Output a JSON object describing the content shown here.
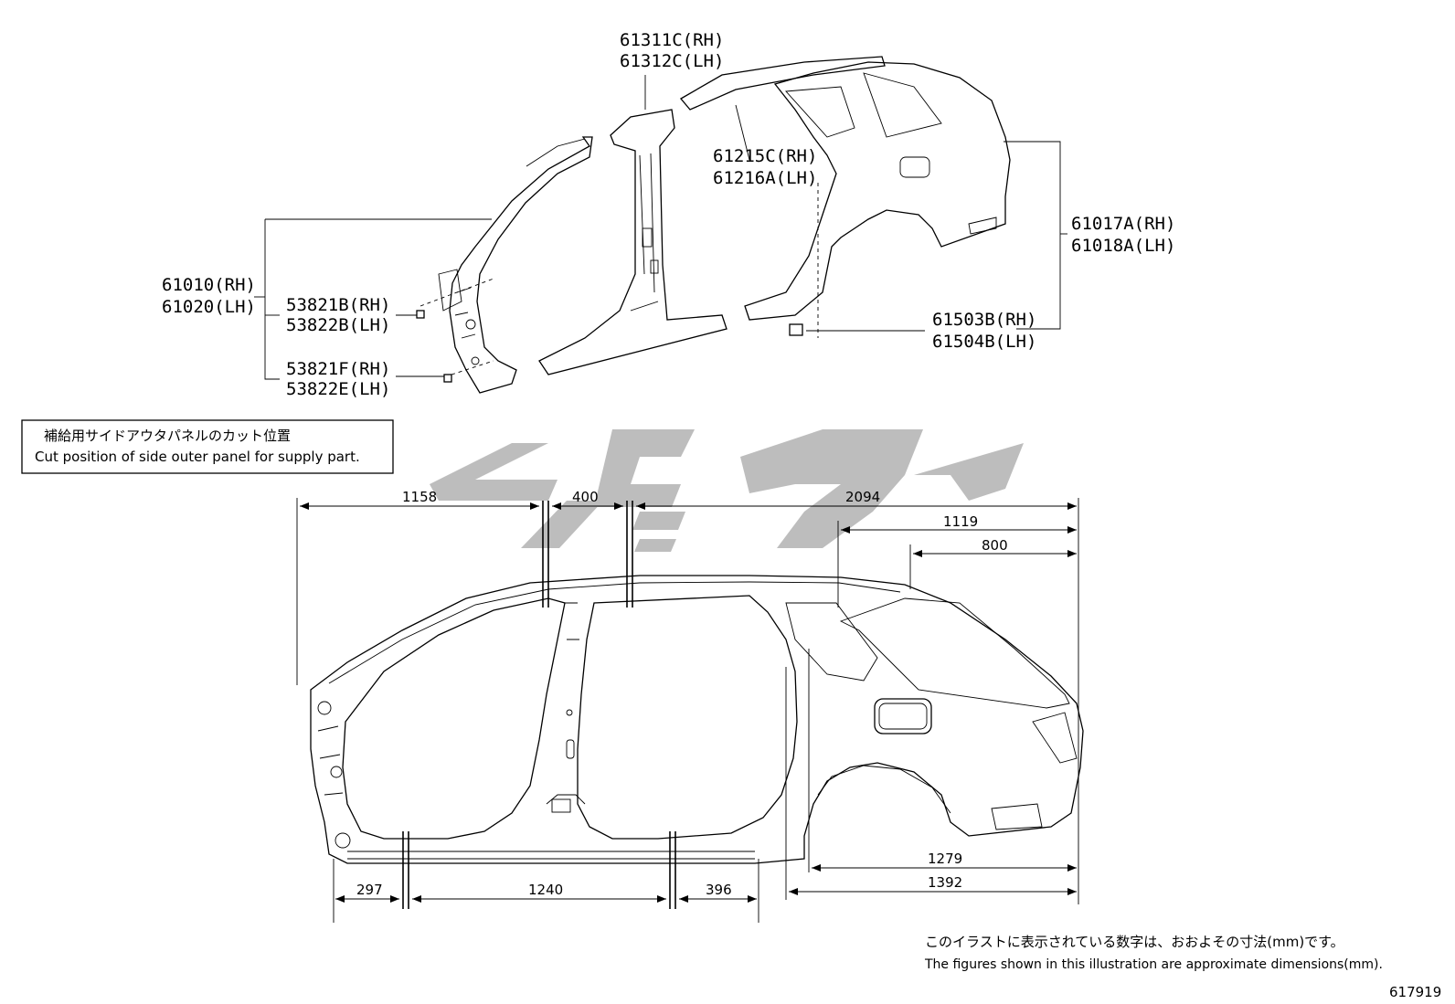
{
  "callouts": {
    "b_pillar_rh": "61311C(RH)",
    "b_pillar_lh": "61312C(LH)",
    "roof_side_rh": "61215C(RH)",
    "roof_side_lh": "61216A(LH)",
    "quarter_rh": "61017A(RH)",
    "quarter_lh": "61018A(LH)",
    "front_side_rh": "61010(RH)",
    "front_side_lh": "61020(LH)",
    "nut_b_rh": "53821B(RH)",
    "nut_b_lh": "53822B(LH)",
    "nut_f_rh": "53821F(RH)",
    "nut_e_lh": "53822E(LH)",
    "bracket_rh": "61503B(RH)",
    "bracket_lh": "61504B(LH)"
  },
  "legend": {
    "jp": "補給用サイドアウタパネルのカット位置",
    "en": "Cut position of side outer panel for supply part."
  },
  "dimensions": {
    "top_1158": "1158",
    "top_400": "400",
    "top_2094": "2094",
    "top_1119": "1119",
    "top_800": "800",
    "bottom_297": "297",
    "bottom_1240": "1240",
    "bottom_396": "396",
    "right_1279": "1279",
    "right_1392": "1392"
  },
  "footer": {
    "note_jp": "このイラストに表示されている数字は、おおよその寸法(mm)です。",
    "note_en": "The figures shown in this illustration are approximate dimensions(mm).",
    "illustration_id": "617919"
  },
  "watermark": {
    "color": "#bdbdbd"
  }
}
